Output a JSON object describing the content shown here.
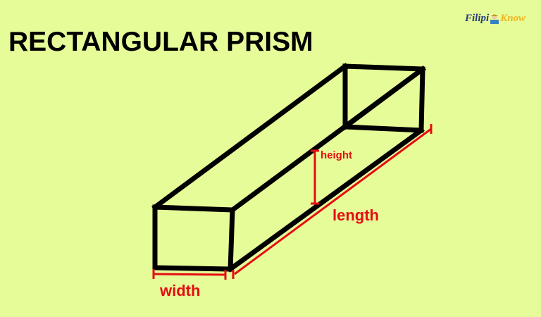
{
  "title": "RECTANGULAR PRISM",
  "logo": {
    "part1": "Filipi",
    "part2": "Know",
    "icon": "boy-reading-book-icon"
  },
  "labels": {
    "width": "width",
    "length": "length",
    "height": "height"
  },
  "colors": {
    "background": "#e6fc98",
    "edges": "#000000",
    "dimension": "#e50d12",
    "logo_blue": "#2a3c7a",
    "logo_gold": "#f0b51e"
  }
}
